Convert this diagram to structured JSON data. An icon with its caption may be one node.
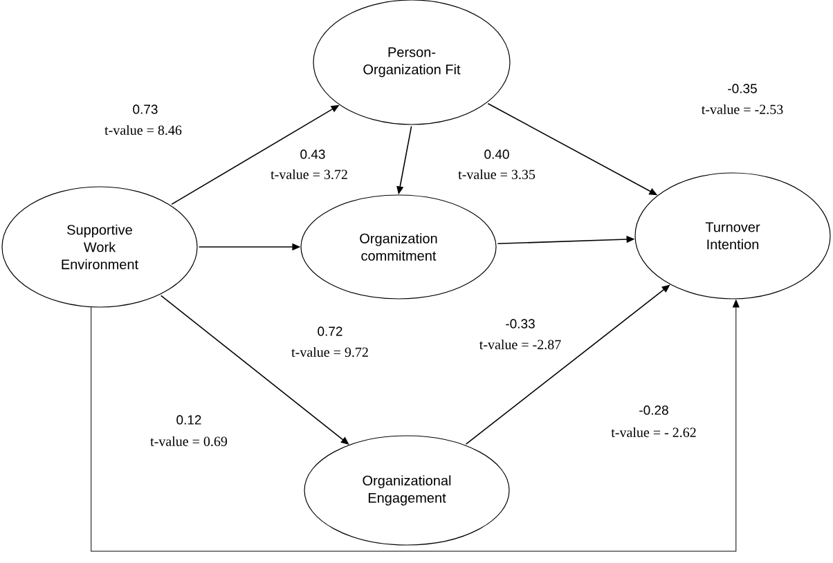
{
  "diagram": {
    "nodes": [
      {
        "text": [
          "Person-Organization Fit"
        ]
      },
      {
        "text": [
          "Supportive Work Environment"
        ]
      },
      {
        "text": [
          "Organization commitment"
        ]
      },
      {
        "text": [
          "Turnover Intention"
        ]
      },
      {
        "text": [
          "Organizational Engagement"
        ]
      }
    ],
    "edges": [
      {
        "from": 1,
        "to": 0,
        "arrow": "to"
      },
      {
        "from": 0,
        "to": 2,
        "arrow": "to"
      },
      {
        "from": 1,
        "to": 2,
        "arrow": "to"
      },
      {
        "from": 0,
        "to": 3,
        "arrow": "to"
      },
      {
        "from": 2,
        "to": 3,
        "arrow": "to"
      },
      {
        "from": 1,
        "to": 4,
        "arrow": "to"
      },
      {
        "from": 4,
        "to": 3,
        "arrow": "to"
      },
      {
        "from": 1,
        "to": 3,
        "arrow": "to"
      }
    ],
    "labels": [
      "0.73",
      "t-value = 8.46",
      "0.43",
      "t-value = 3.72",
      "0.40",
      "t-value = 3.35",
      "-0.35",
      "t-value = -2.53",
      "0.72",
      "t-value = 9.72",
      "-0.33",
      "t-value = -2.87",
      "0.12",
      "t-value = 0.69",
      "-0.28",
      "t-value = - 2.62"
    ]
  }
}
